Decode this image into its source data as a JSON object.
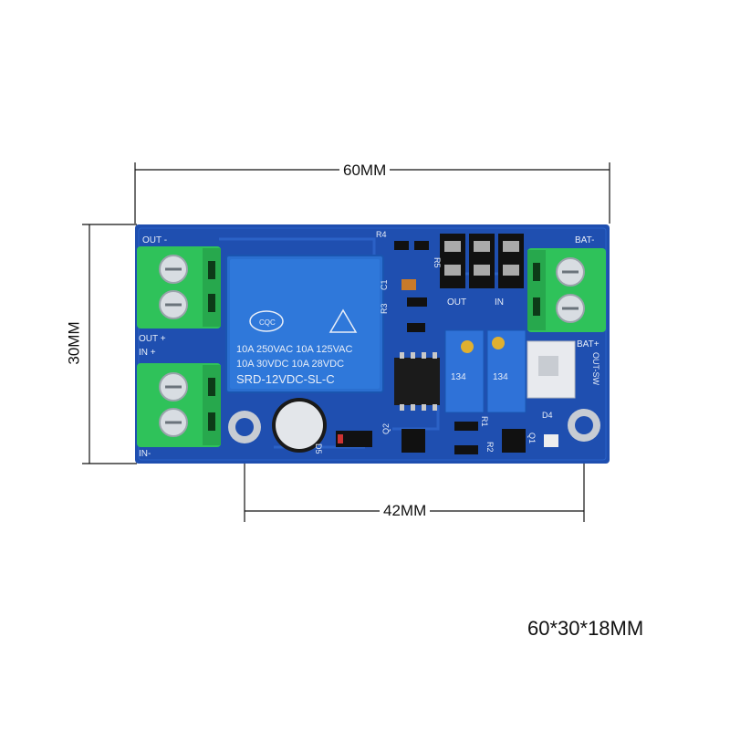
{
  "dimensions": {
    "width": "60MM",
    "height": "30MM",
    "hole_spacing": "42MM",
    "overall_size": "60*30*18MM"
  },
  "board_labels": {
    "out_minus": "OUT -",
    "out_plus": "OUT +",
    "in_plus": "IN +",
    "in_minus": "IN-",
    "bat_minus": "BAT-",
    "bat_plus": "BAT+",
    "out_sw": "OUT-SW",
    "out": "OUT",
    "in": "IN",
    "r4": "R4",
    "r5": "R5",
    "r3": "R3",
    "c1": "C1",
    "d4": "D4",
    "d5": "D5",
    "q1": "Q1",
    "q2": "Q2",
    "r1": "R1",
    "r2": "R2",
    "pot_code_1": "134",
    "pot_code_2": "134"
  },
  "relay": {
    "brand": "CQC",
    "line1": "10A 250VAC  10A 125VAC",
    "line2": "10A  30VDC  10A  28VDC",
    "model": "SRD-12VDC-SL-C"
  },
  "colors": {
    "pcb": "#1f4fb0",
    "terminal": "#2fc25a",
    "relay": "#2a6fd0"
  }
}
